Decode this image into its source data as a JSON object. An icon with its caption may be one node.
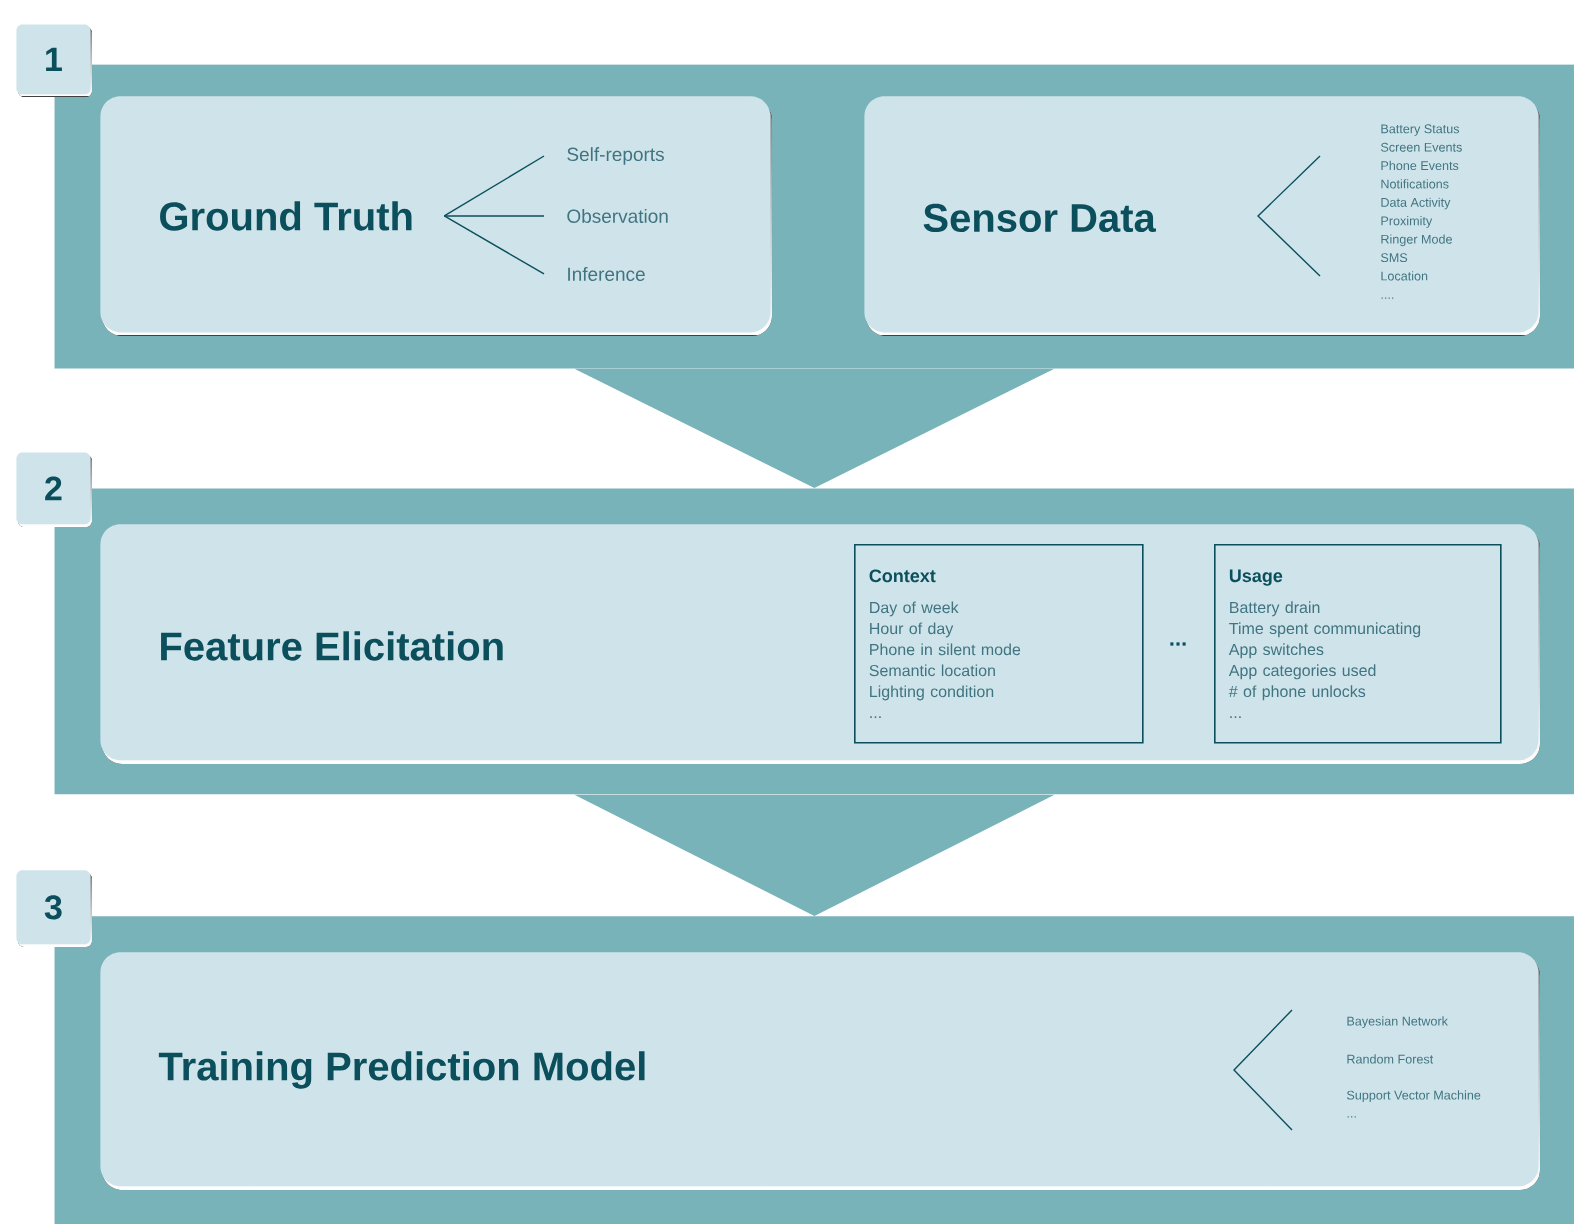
{
  "diagram": {
    "nodes": [
      {
        "text": [],
        "shape": "band"
      },
      {
        "text": [
          "1"
        ]
      },
      {
        "text": [],
        "shape": "box",
        "in": 0
      },
      {
        "text": [
          "Ground Truth"
        ],
        "in": 2
      },
      {
        "text": [
          "Self-reports"
        ],
        "in": 2
      },
      {
        "text": [
          "Observation"
        ],
        "in": 2
      },
      {
        "text": [
          "Inference"
        ],
        "in": 2
      },
      {
        "text": [],
        "shape": "box",
        "in": 0
      },
      {
        "text": [
          "Sensor Data"
        ],
        "in": 7
      },
      {
        "text": [
          "Battery Status",
          "Screen Events",
          "Phone Events",
          "Notifications",
          "Data Activity",
          "Proximity",
          "Ringer Mode",
          "SMS",
          "Location",
          "...."
        ],
        "in": 7
      },
      {
        "text": [],
        "shape": "band"
      },
      {
        "text": [
          "2"
        ]
      },
      {
        "text": [],
        "shape": "box",
        "in": 10
      },
      {
        "text": [
          "Feature Elicitation"
        ],
        "in": 12
      },
      {
        "text": [
          "Context",
          "Day of week",
          "Hour of day",
          "Phone in silent mode",
          "Semantic location",
          "Lighting condition",
          "..."
        ],
        "in": 12
      },
      {
        "text": [
          "Usage",
          "Battery drain",
          "Time spent communicating",
          "App switches",
          "App categories used",
          "# of phone unlocks",
          "..."
        ],
        "in": 12
      },
      {
        "text": [],
        "shape": "band"
      },
      {
        "text": [
          "3"
        ]
      },
      {
        "text": [],
        "shape": "box",
        "in": 16
      },
      {
        "text": [
          "Training Prediction Model"
        ],
        "in": 18
      },
      {
        "text": [
          "Bayesian Network",
          "Random Forest",
          "Support Vector Machine",
          "..."
        ],
        "in": 18
      }
    ],
    "edges": [
      {
        "from": 3,
        "to": 4,
        "arrow": "none"
      },
      {
        "from": 3,
        "to": 5,
        "arrow": "none"
      },
      {
        "from": 3,
        "to": 6,
        "arrow": "none"
      },
      {
        "from": 0,
        "to": 10,
        "arrow": "to"
      },
      {
        "from": 10,
        "to": 16,
        "arrow": "to"
      }
    ],
    "labels": [
      "..."
    ]
  }
}
